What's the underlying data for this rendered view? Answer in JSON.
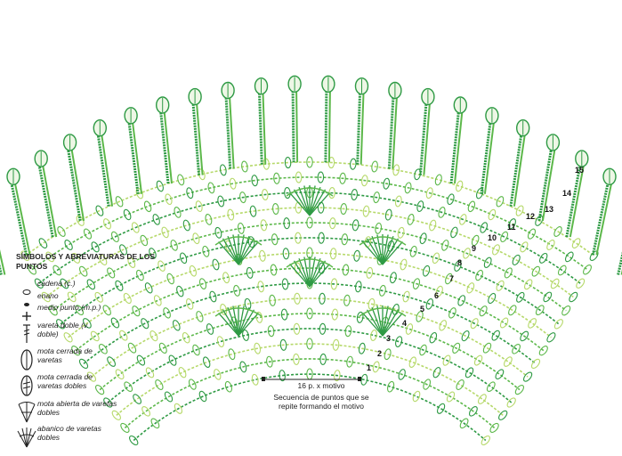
{
  "legend": {
    "title": "SÍMBOLOS Y ABREVIATURAS DE LOS PUNTOS",
    "items": [
      {
        "icon": "chain-stitch-icon",
        "label": "cadena (c.)"
      },
      {
        "icon": "slip-stitch-icon",
        "label": "enano"
      },
      {
        "icon": "half-stitch-icon",
        "label": "medio punto (m.p.)"
      },
      {
        "icon": "double-treble-icon",
        "label": "vareta doble (v. doble)"
      },
      {
        "icon": "closed-cluster-icon",
        "label": "mota cerrada de varetas"
      },
      {
        "icon": "closed-cluster-double-icon",
        "label": "mota cerrada de varetas dobles"
      },
      {
        "icon": "open-cluster-icon",
        "label": "mota abierta de varetas dobles"
      },
      {
        "icon": "fan-icon",
        "label": "abanico de varetas dobles"
      }
    ]
  },
  "motif": {
    "count_label": "16 p. x motivo",
    "description": "Secuencia de puntos que se repite formando el motivo"
  },
  "row_numbers": [
    "1",
    "2",
    "3",
    "4",
    "5",
    "6",
    "7",
    "8",
    "9",
    "10",
    "11",
    "12",
    "13",
    "14",
    "15"
  ],
  "colors": {
    "dark_green": "#2e9a44",
    "mid_green": "#5cb84a",
    "light_green": "#b6d96a",
    "ink": "#222222"
  }
}
